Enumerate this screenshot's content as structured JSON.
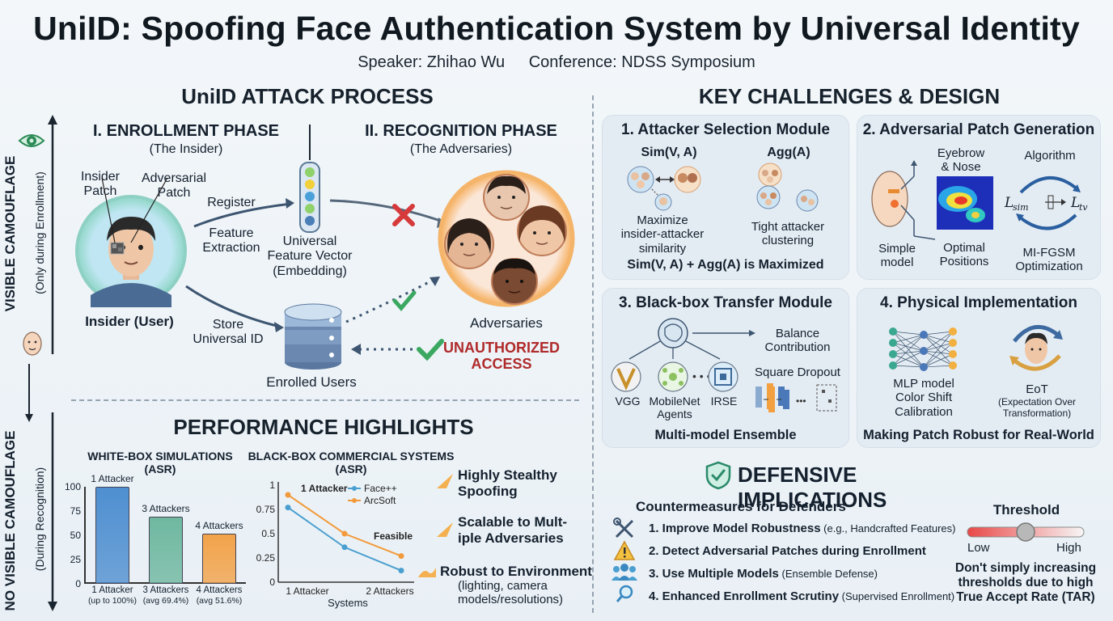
{
  "header": {
    "title": "UniID: Spoofing Face Authentication System by Universal Identity",
    "speaker": "Speaker: Zhihao Wu",
    "conference": "Conference: NDSS Symposium"
  },
  "side": {
    "visible": "VISIBLE CAMOUFLAGE",
    "visible_sub": "(Only during Enrollment)",
    "novisible": "NO VISIBLE CAMOUFLAGE",
    "novisible_sub": "(During Recognition)"
  },
  "attack": {
    "title": "UniID ATTACK PROCESS",
    "enroll_title": "I. ENROLLMENT PHASE",
    "enroll_sub": "(The Insider)",
    "recog_title": "II. RECOGNITION PHASE",
    "recog_sub": "(The Adversaries)",
    "insider_patch": "Insider\nPatch",
    "adv_patch": "Adversarial\nPatch",
    "register": "Register",
    "feature_extraction": "Feature\nExtraction",
    "ufv": "Universal\nFeature Vector\n(Embedding)",
    "insider_user": "Insider (User)",
    "store": "Store\nUniversal ID",
    "enrolled": "Enrolled Users",
    "adversaries": "Adversaries",
    "unauthorized": "UNAUTHORIZED\nACCESS"
  },
  "perf": {
    "title": "PERFORMANCE HIGHLIGHTS",
    "wb_title": "WHITE-BOX SIMULATIONS\n(ASR)",
    "bb_title": "BLACK-BOX COMMERCIAL SYSTEMS\n(ASR)",
    "feasible": "Feasible",
    "xlabel": "Systems",
    "h1": "Highly Stealthy\nSpoofing",
    "h2": "Scalable to Mult-\niple Adversaries",
    "h3": "Robust to Environment",
    "h3_sub": "(lighting, camera\nmodels/resolutions)"
  },
  "chart_data": [
    {
      "type": "bar",
      "title": "WHITE-BOX SIMULATIONS (ASR)",
      "categories": [
        "1 Attacker (up to 100%)",
        "3 Attackers (avg 69.4%)",
        "4 Attackers (avg 51.6%)"
      ],
      "category_lines": [
        [
          "1 Attacker",
          "(up to 100%)"
        ],
        [
          "3 Attackers",
          "(avg 69.4%)"
        ],
        [
          "4 Attackers",
          "(avg 51.6%)"
        ]
      ],
      "bar_labels": [
        "1 Attacker",
        "3 Attackers",
        "4 Attackers"
      ],
      "values": [
        100,
        69.4,
        51.6
      ],
      "ylim": [
        0,
        100
      ],
      "yticks": [
        0,
        25,
        50,
        75,
        100
      ],
      "colors": [
        "#4f8fd0",
        "#6fb8a0",
        "#f2a34a"
      ]
    },
    {
      "type": "line",
      "title": "BLACK-BOX COMMERCIAL SYSTEMS (ASR)",
      "xlabel": "Systems",
      "x_labels": [
        "1 Attacker",
        "2 Attackers"
      ],
      "annotations": [
        "1 Attacker",
        "Feasible"
      ],
      "ylim": [
        0,
        1.0
      ],
      "yticks": [
        "0",
        "0.25",
        "0.5",
        "0.75",
        "1"
      ],
      "series": [
        {
          "name": "Face++",
          "color": "#4a9fd0",
          "values": [
            0.77,
            0.36,
            0.12
          ]
        },
        {
          "name": "ArcSoft",
          "color": "#f29a3a",
          "values": [
            0.9,
            0.5,
            0.27
          ]
        }
      ]
    }
  ],
  "design": {
    "title": "KEY CHALLENGES & DESIGN",
    "c1_title": "1. Attacker Selection Module",
    "c1_sim": "Sim(V, A)",
    "c1_agg": "Agg(A)",
    "c1_max": "Maximize\ninsider-attacker\nsimilarity",
    "c1_tight": "Tight attacker\nclustering",
    "c1_foot": "Sim(V, A) + Agg(A) is Maximized",
    "c2_title": "2. Adversarial Patch Generation",
    "c2_eyebrow": "Eyebrow\n& Nose",
    "c2_algo": "Algorithm",
    "c2_simple": "Simple\nmodel",
    "c2_optimal": "Optimal\nPositions",
    "c2_mifgsm": "MI-FGSM\nOptimization",
    "c3_title": "3. Black-box Transfer Module",
    "c3_balance": "Balance\nContribution",
    "c3_square": "Square Dropout",
    "c3_vgg": "VGG",
    "c3_mobile": "MobileNet\nAgents",
    "c3_irse": "IRSE",
    "c3_foot": "Multi-model Ensemble",
    "c4_title": "4. Physical Implementation",
    "c4_mlp": "MLP model\nColor Shift\nCalibration",
    "c4_eot": "EoT",
    "c4_eot_sub": "(Expectation Over\nTransformation)",
    "c4_foot": "Making Patch Robust for Real-World"
  },
  "defense": {
    "title": "DEFENSIVE IMPLICATIONS",
    "counter_title": "Countermeasures for Defenders",
    "items": [
      {
        "main": "1. Improve Model Robustness",
        "note": " (e.g., Handcrafted Features)"
      },
      {
        "main": "2. Detect Adversarial Patches during Enrollment",
        "note": ""
      },
      {
        "main": "3. Use Multiple Models",
        "note": " (Ensemble Defense)"
      },
      {
        "main": "4. Enhanced Enrollment Scrutiny",
        "note": " (Supervised Enrollment)"
      }
    ],
    "threshold": "Threshold",
    "low": "Low",
    "high": "High",
    "threshold_note": "Don't simply increasing\nthresholds due to high\nTrue Accept Rate (TAR)"
  }
}
